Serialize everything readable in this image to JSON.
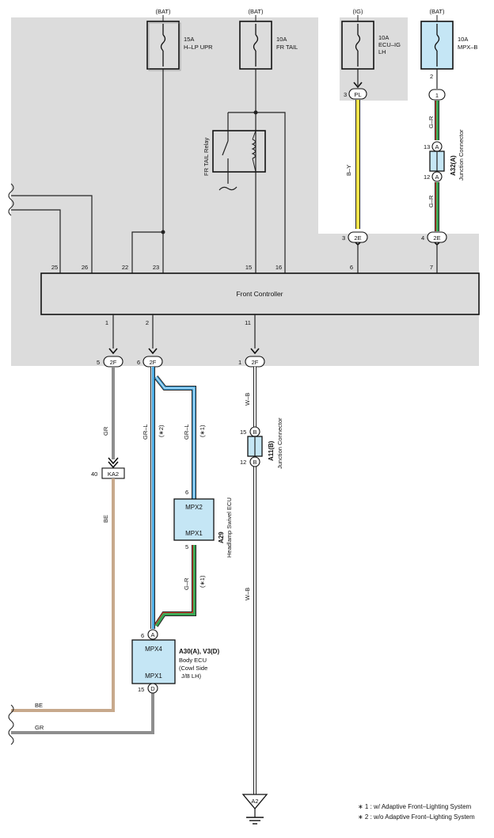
{
  "colors": {
    "shade": "#dcdcdc",
    "component_fill": "#c5e6f5",
    "wire_black": "#222222",
    "yellow": "#f5e44a",
    "green": "#3aa655",
    "blue_stripe": "#4aa8de",
    "red_stripe": "#d63a2a",
    "grey_wire": "#8e8e8e",
    "beige_wire": "#c7a98c"
  },
  "fuses": [
    {
      "source": "(BAT)",
      "rating": "15A",
      "name": "H–LP UPR"
    },
    {
      "source": "(BAT)",
      "rating": "10A",
      "name": "FR TAIL"
    },
    {
      "source": "(IG)",
      "rating": "10A",
      "name_line1": "ECU–IG",
      "name_line2": "LH"
    },
    {
      "source": "(BAT)",
      "rating": "10A",
      "name": "MPX–B"
    }
  ],
  "relay": {
    "label": "FR TAIL Relay"
  },
  "controller": {
    "label": "Front Controller",
    "top_pins": [
      "25",
      "26",
      "22",
      "23",
      "15",
      "16",
      "6",
      "7"
    ],
    "bottom_pins": [
      "1",
      "2",
      "11"
    ]
  },
  "connectors": {
    "pl": {
      "pin": "3",
      "code": "PL"
    },
    "e2_left": {
      "pin": "3",
      "code": "2E"
    },
    "e2_right": {
      "pin": "4",
      "code": "2E"
    },
    "mpxb_pin": {
      "pin": "2",
      "code": "1"
    },
    "f2": [
      {
        "pin": "5",
        "code": "2F"
      },
      {
        "pin": "6",
        "code": "2F"
      },
      {
        "pin": "1",
        "code": "2F"
      }
    ],
    "ka2": {
      "pin": "40",
      "code": "KA2"
    }
  },
  "junction_a32": {
    "id": "A32(A)",
    "label": "Junction Connector",
    "top_pin": "13",
    "bottom_pin": "12",
    "code": "A"
  },
  "junction_a11": {
    "id": "A11(B)",
    "label": "Junction Connector",
    "top_pin": "15",
    "bottom_pin": "12",
    "code": "B"
  },
  "headlamp_ecu": {
    "id": "A29",
    "label": "Headlamp Swivel ECU",
    "pin_top": "6",
    "pin_bottom": "5",
    "term_top": "MPX2",
    "term_bottom": "MPX1"
  },
  "body_ecu": {
    "id": "A30(A), V3(D)",
    "line2": "Body ECU",
    "line3": "(Cowl Side",
    "line4": "J/B LH)",
    "pin_top": "6",
    "code_top": "A",
    "pin_bottom": "15",
    "code_bottom": "D",
    "term_top": "MPX4",
    "term_bottom": "MPX1"
  },
  "ground": {
    "code": "A2"
  },
  "wires": {
    "b_y": "B–Y",
    "g_r": "G–R",
    "gr": "GR",
    "be": "BE",
    "gr_l": "GR–L",
    "w_b": "W–B",
    "note2": "(∗2)",
    "note1": "(∗1)"
  },
  "notes": [
    "∗ 1 : w/ Adaptive Front–Lighting System",
    "∗ 2 : w/o Adaptive Front–Lighting System"
  ]
}
